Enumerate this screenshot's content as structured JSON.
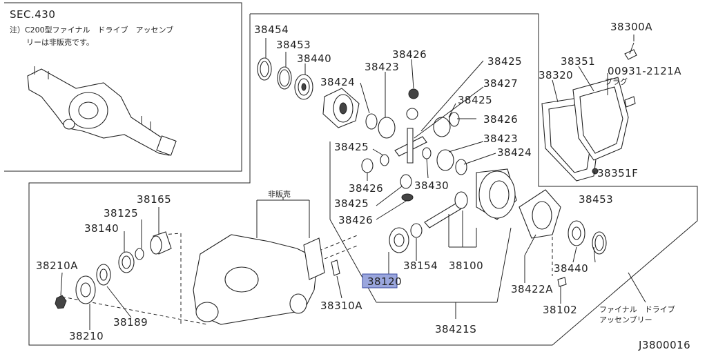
{
  "sec_box": {
    "sec": "SEC.430",
    "note_line1": "注）C200型ファイナル　ドライブ　アッセンブ",
    "note_line2": "リーは非販売です。"
  },
  "unsold_label": "非販売",
  "final_drive_label": {
    "line1": "ファイナル　ドライブ",
    "line2": "アッセンブリー"
  },
  "plug_label": "プラグ",
  "figure_code": "J3800016",
  "highlight_color": "#9aa6dd",
  "part_labels": {
    "p38454": "38454",
    "p38453a": "38453",
    "p38440a": "38440",
    "p38424a": "38424",
    "p38423a": "38423",
    "p38426a": "38426",
    "p38425a": "38425",
    "p38427": "38427",
    "p38425b": "38425",
    "p38426b": "38426",
    "p38423b": "38423",
    "p38424b": "38424",
    "p38425c": "38425",
    "p38426c": "38426",
    "p38430": "38430",
    "p38425d": "38425",
    "p38426d": "38426",
    "p38300A": "38300A",
    "p38351": "38351",
    "p38320": "38320",
    "p00931": "00931-2121A",
    "p38351F": "38351F",
    "p38165": "38165",
    "p38125": "38125",
    "p38140": "38140",
    "p38210A": "38210A",
    "p38189": "38189",
    "p38210": "38210",
    "p38310A": "38310A",
    "p38120": "38120",
    "p38154": "38154",
    "p38100": "38100",
    "p38453b": "38453",
    "p38440b": "38440",
    "p38422A": "38422A",
    "p38102": "38102",
    "p38421S": "38421S"
  }
}
